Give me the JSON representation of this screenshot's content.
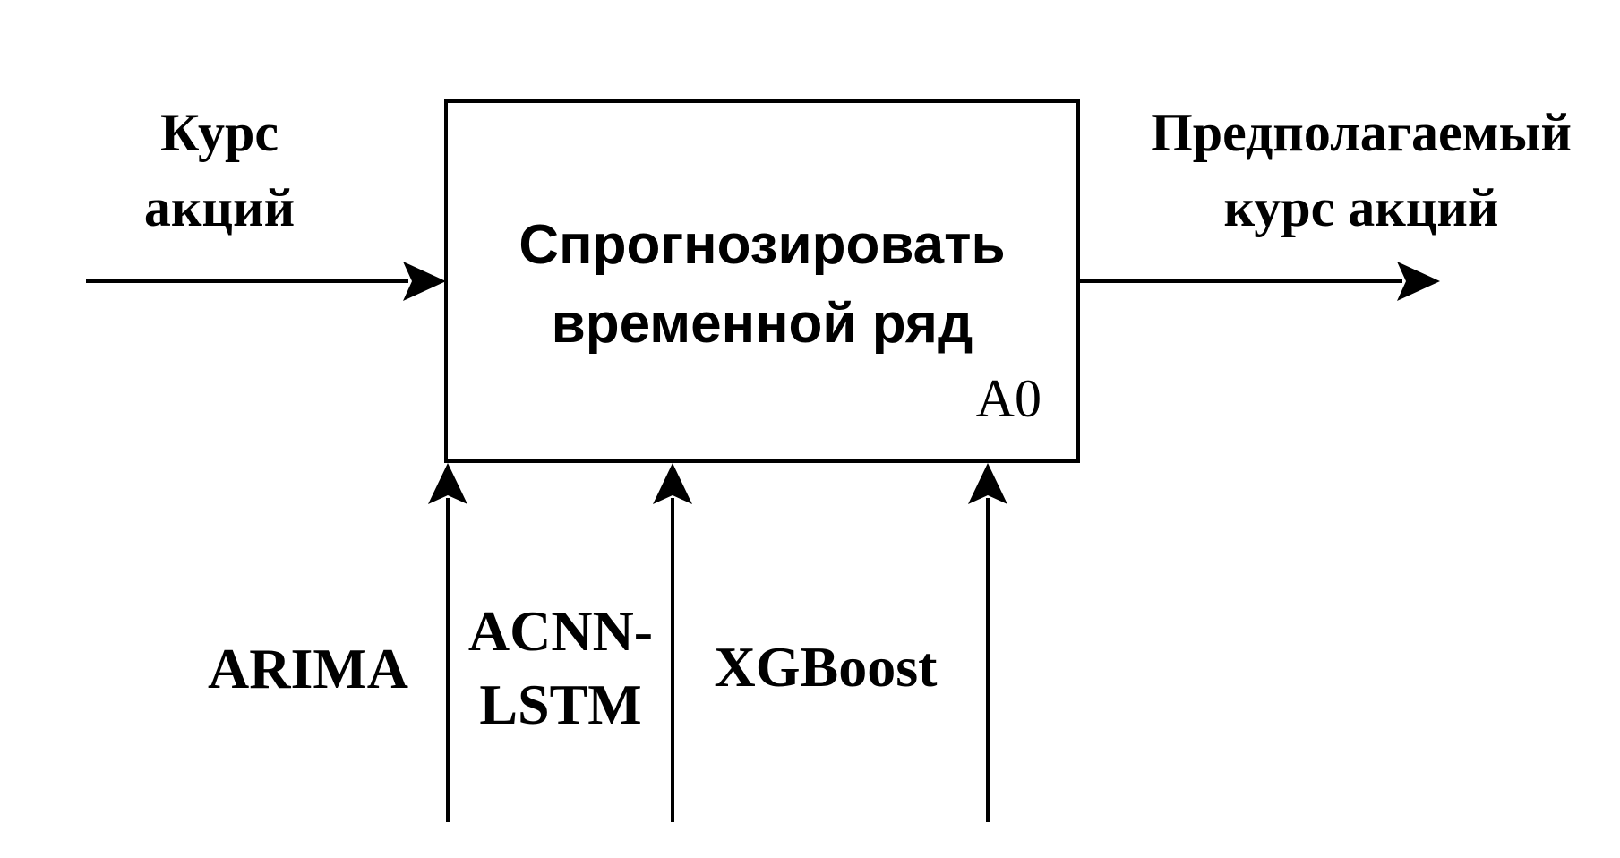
{
  "function_block": {
    "title_line1": "Спрогнозировать",
    "title_line2": "временной ряд",
    "node_code": "A0"
  },
  "input": {
    "line1": "Курс",
    "line2": "акций"
  },
  "output": {
    "line1": "Предполагаемый",
    "line2": "курс акций"
  },
  "mechanisms": [
    {
      "line1": "ARIMA",
      "line2": ""
    },
    {
      "line1": "ACNN-",
      "line2": "LSTM"
    },
    {
      "line1": "XGBoost",
      "line2": ""
    }
  ],
  "colors": {
    "stroke": "#000000",
    "background": "#ffffff"
  }
}
